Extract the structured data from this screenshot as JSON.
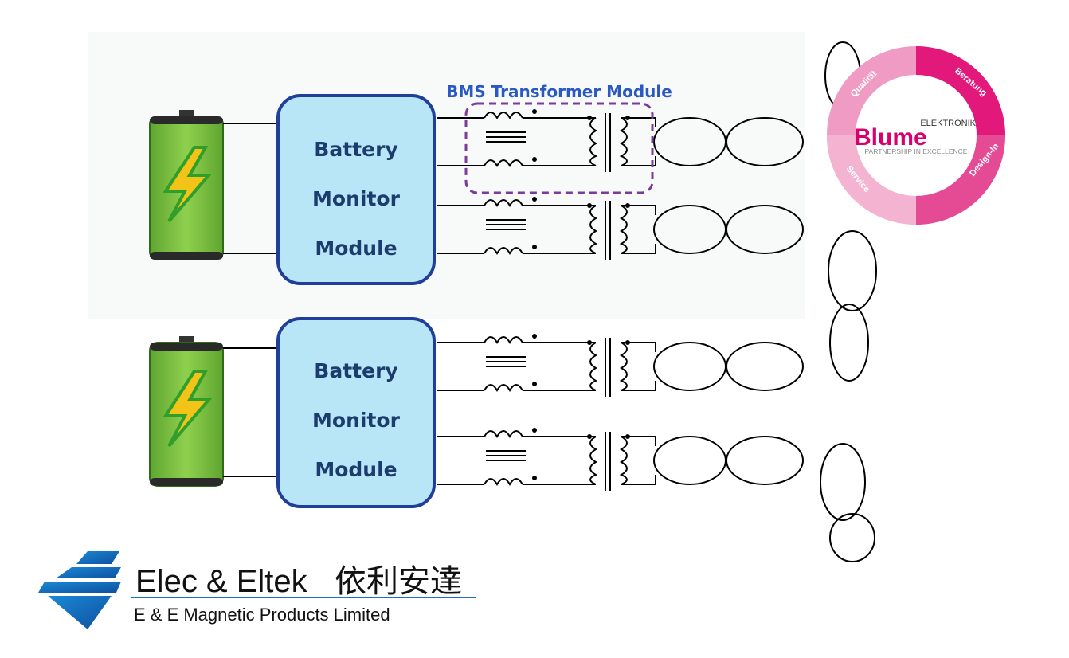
{
  "diagram": {
    "group_label": "BMS Transformer Module",
    "module_line1": "Battery",
    "module_line2": "Monitor",
    "module_line3": "Module",
    "colors": {
      "battery": "#7cc142",
      "module_fill": "#b8e6f7",
      "module_stroke": "#1f3f9a",
      "dash": "#7a3b9a",
      "lightning": "#f2c418"
    }
  },
  "badge": {
    "brand": "Blume",
    "elektronik": "ELEKTRONIK",
    "tagline": "PARTNERSHIP IN EXCELLENCE",
    "ring_words": [
      "Qualität",
      "Beratung",
      "Design-In",
      "Service"
    ],
    "color": "#e2197a"
  },
  "company": {
    "name": "Elec & Eltek",
    "chinese": "依利安達",
    "subtitle": "E & E Magnetic Products Limited",
    "logo_color": "#1f6fc1"
  }
}
